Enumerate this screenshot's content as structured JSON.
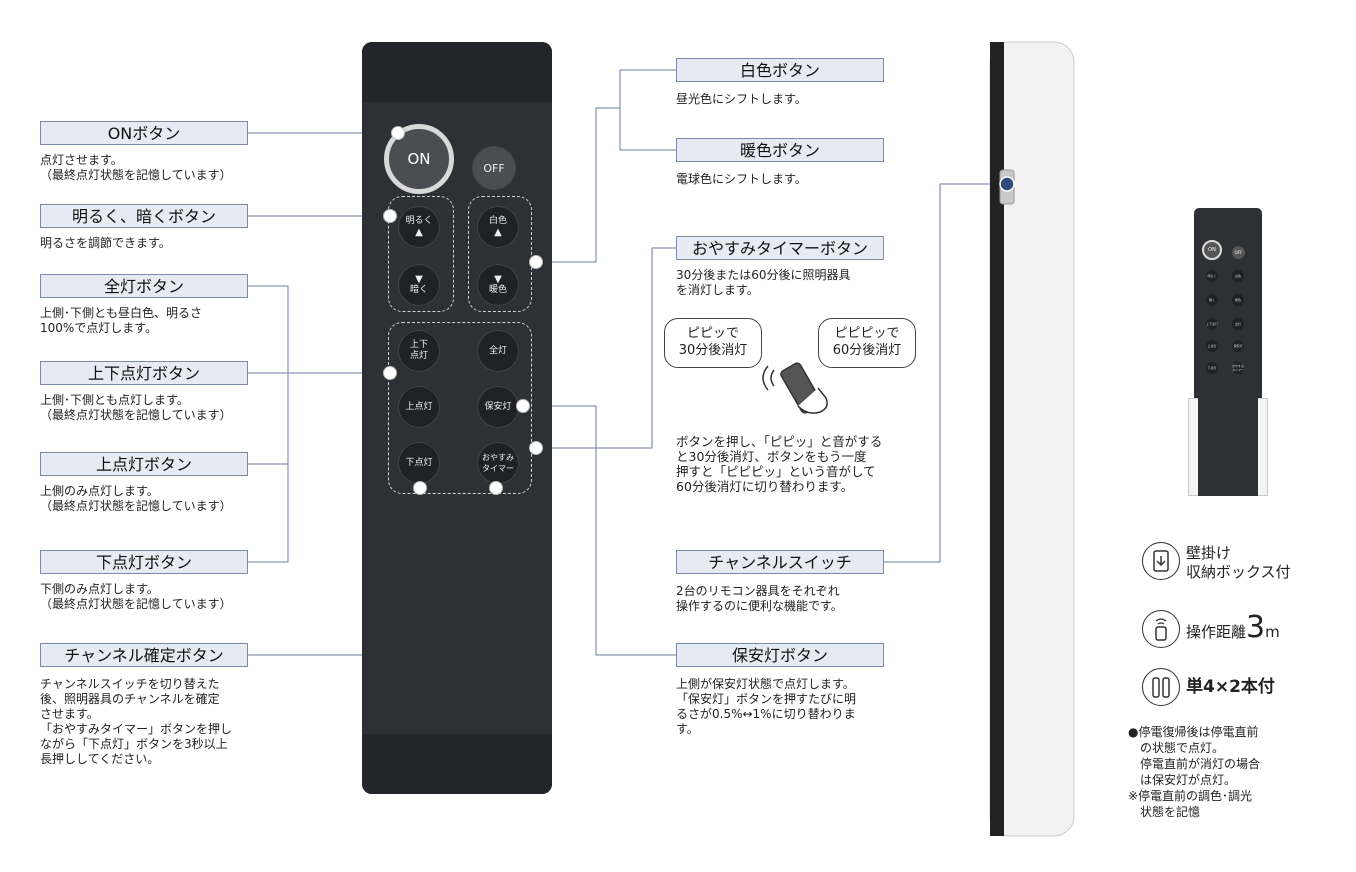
{
  "left_labels": [
    {
      "title": "ONボタン",
      "desc": "点灯させます。\n（最終点灯状態を記憶しています）"
    },
    {
      "title": "明るく、暗くボタン",
      "desc": "明るさを調節できます。"
    },
    {
      "title": "全灯ボタン",
      "desc": "上側･下側とも昼白色、明るさ\n100%で点灯します。"
    },
    {
      "title": "上下点灯ボタン",
      "desc": "上側･下側とも点灯します。\n（最終点灯状態を記憶しています）"
    },
    {
      "title": "上点灯ボタン",
      "desc": "上側のみ点灯します。\n（最終点灯状態を記憶しています）"
    },
    {
      "title": "下点灯ボタン",
      "desc": "下側のみ点灯します。\n（最終点灯状態を記憶しています）"
    },
    {
      "title": "チャンネル確定ボタン",
      "desc": "チャンネルスイッチを切り替えた\n後、照明器具のチャンネルを確定\nさせます。\n「おやすみタイマー」ボタンを押し\nながら「下点灯」ボタンを3秒以上\n長押ししてください。"
    }
  ],
  "right_labels": [
    {
      "title": "白色ボタン",
      "desc": "昼光色にシフトします。"
    },
    {
      "title": "暖色ボタン",
      "desc": "電球色にシフトします。"
    },
    {
      "title": "おやすみタイマーボタン",
      "desc": "30分後または60分後に照明器具\nを消灯します。"
    },
    {
      "title": "チャンネルスイッチ",
      "desc": "2台のリモコン器具をそれぞれ\n操作するのに便利な機能です。"
    },
    {
      "title": "保安灯ボタン",
      "desc": "上側が保安灯状態で点灯します。\n「保安灯」ボタンを押すたびに明\nるさが0.5%↔1%に切り替わりま\nす。"
    }
  ],
  "timer": {
    "bubble1": "ピピッで\n30分後消灯",
    "bubble2": "ピピピッで\n60分後消灯",
    "explain": "ボタンを押し、「ピピッ」と音がする\nと30分後消灯、ボタンをもう一度\n押すと「ピピピッ」という音がして\n60分後消灯に切り替わります。"
  },
  "remote_buttons": {
    "on": "ON",
    "off": "OFF",
    "brighter": "明るく",
    "darker": "暗く",
    "white": "白色",
    "warm": "暖色",
    "updown": "上下\n点灯",
    "all": "全灯",
    "up": "上点灯",
    "safety": "保安灯",
    "down": "下点灯",
    "sleep": "おやすみ\nタイマー"
  },
  "mini_buttons": {
    "on": "ON",
    "off": "OFF",
    "brighter": "明るく",
    "white": "白色",
    "darker": "暗く",
    "warm": "暖色",
    "updown": "上下点灯",
    "all": "全灯",
    "up": "上点灯",
    "safety": "保安灯",
    "down": "下点灯",
    "sleep": "おやすみ タイマー"
  },
  "features": {
    "wall_line1": "壁掛け",
    "wall_line2": "収納ボックス付",
    "distance_label": "操作距離",
    "distance_value": "3",
    "distance_unit": "m",
    "battery": "単4×2本付"
  },
  "notes": {
    "power": "●停電復帰後は停電直前\n　の状態で点灯。\n　停電直前が消灯の場合\n　は保安灯が点灯。",
    "memory": "※停電直前の調色･調光\n　状態を記憶"
  },
  "colors": {
    "label_bg": "#e6eaf2",
    "label_border": "#7b8aa6",
    "remote_body": "#2d3035",
    "leader_line": "#6c7e9c"
  }
}
